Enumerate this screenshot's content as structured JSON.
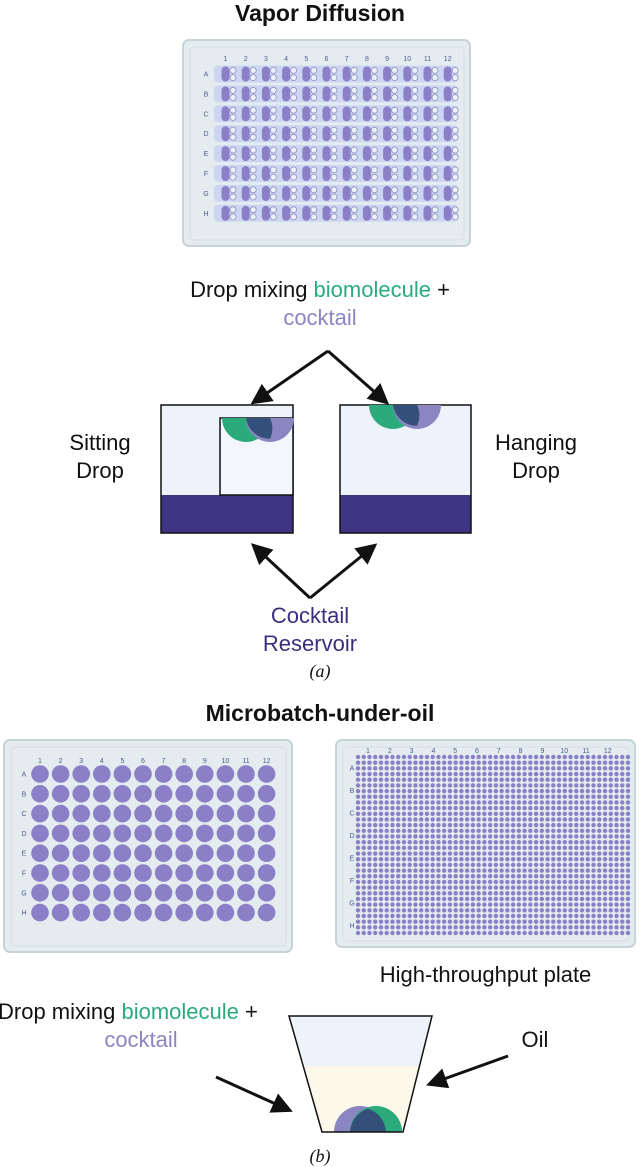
{
  "colors": {
    "biomolecule_green": "#2bab7c",
    "cocktail_purple": "#8b85c2",
    "reservoir_dark": "#3f3482",
    "well_purple": "#8b80c8",
    "drop_overlap": "#34507a",
    "plate_bg": "#e4ecef",
    "chamber_bg": "#eef3fb",
    "oil_bg": "#fdf8ea"
  },
  "panel_a": {
    "title": "Vapor Diffusion",
    "plate_columns": [
      "1",
      "2",
      "3",
      "4",
      "5",
      "6",
      "7",
      "8",
      "9",
      "10",
      "11",
      "12"
    ],
    "plate_rows": [
      "A",
      "B",
      "C",
      "D",
      "E",
      "F",
      "G",
      "H"
    ],
    "drop_label_prefix": "Drop mixing ",
    "drop_label_bio": "biomolecule",
    "drop_label_plus": " +",
    "drop_label_cocktail": "cocktail",
    "sitting_line1": "Sitting",
    "sitting_line2": "Drop",
    "hanging_line1": "Hanging",
    "hanging_line2": "Drop",
    "reservoir_line1": "Cocktail",
    "reservoir_line2": "Reservoir",
    "caption": "(a)"
  },
  "panel_b": {
    "title": "Microbatch-under-oil",
    "plate_columns": [
      "1",
      "2",
      "3",
      "4",
      "5",
      "6",
      "7",
      "8",
      "9",
      "10",
      "11",
      "12"
    ],
    "plate_rows": [
      "A",
      "B",
      "C",
      "D",
      "E",
      "F",
      "G",
      "H"
    ],
    "ht_plate_label": "High-throughput plate",
    "drop_label_prefix": "Drop mixing ",
    "drop_label_bio": "biomolecule",
    "drop_label_plus": " +",
    "drop_label_cocktail": "cocktail",
    "oil_label": "Oil",
    "caption": "(b)"
  },
  "icons": [
    "arrow-icon",
    "drop-icon"
  ]
}
